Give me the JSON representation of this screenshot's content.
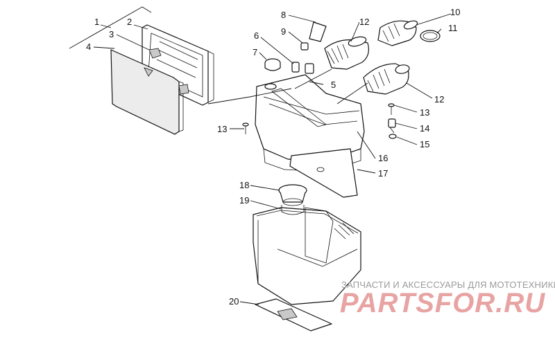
{
  "callouts": [
    "1",
    "2",
    "3",
    "4",
    "5",
    "6",
    "7",
    "8",
    "9",
    "10",
    "11",
    "12",
    "12",
    "13",
    "13",
    "14",
    "15",
    "16",
    "17",
    "18",
    "19",
    "20"
  ],
  "watermark": {
    "caption": "ЗАПЧАСТИ И АКСЕССУАРЫ ДЛЯ МОТОТЕХНИКИ",
    "logo": "PARTSFOR.RU",
    "logo_color": "#e8a3a3"
  },
  "colors": {
    "line": "#111111",
    "background": "#ffffff",
    "watermark_text": "#9a9a9a"
  }
}
